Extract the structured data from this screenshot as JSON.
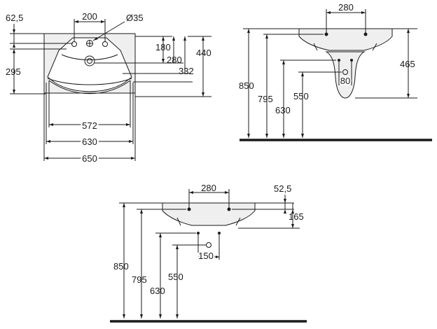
{
  "top_view": {
    "d_62_5": "62,5",
    "d_200": "200",
    "d_dia35": "Ø35",
    "d_295": "295",
    "d_180": "180",
    "d_280": "280",
    "d_332": "332",
    "d_440": "440",
    "d_572": "572",
    "d_630": "630",
    "d_650": "650"
  },
  "pedestal_view": {
    "d_280": "280",
    "d_465": "465",
    "d_850": "850",
    "d_795": "795",
    "d_630": "630",
    "d_550": "550",
    "d_80": "80"
  },
  "wall_view": {
    "d_280": "280",
    "d_52_5": "52,5",
    "d_165": "165",
    "d_850": "850",
    "d_795": "795",
    "d_630": "630",
    "d_550": "550",
    "d_150": "150"
  },
  "colors": {
    "line": "#1a1a1a",
    "fill": "#efefef",
    "background": "#ffffff"
  }
}
